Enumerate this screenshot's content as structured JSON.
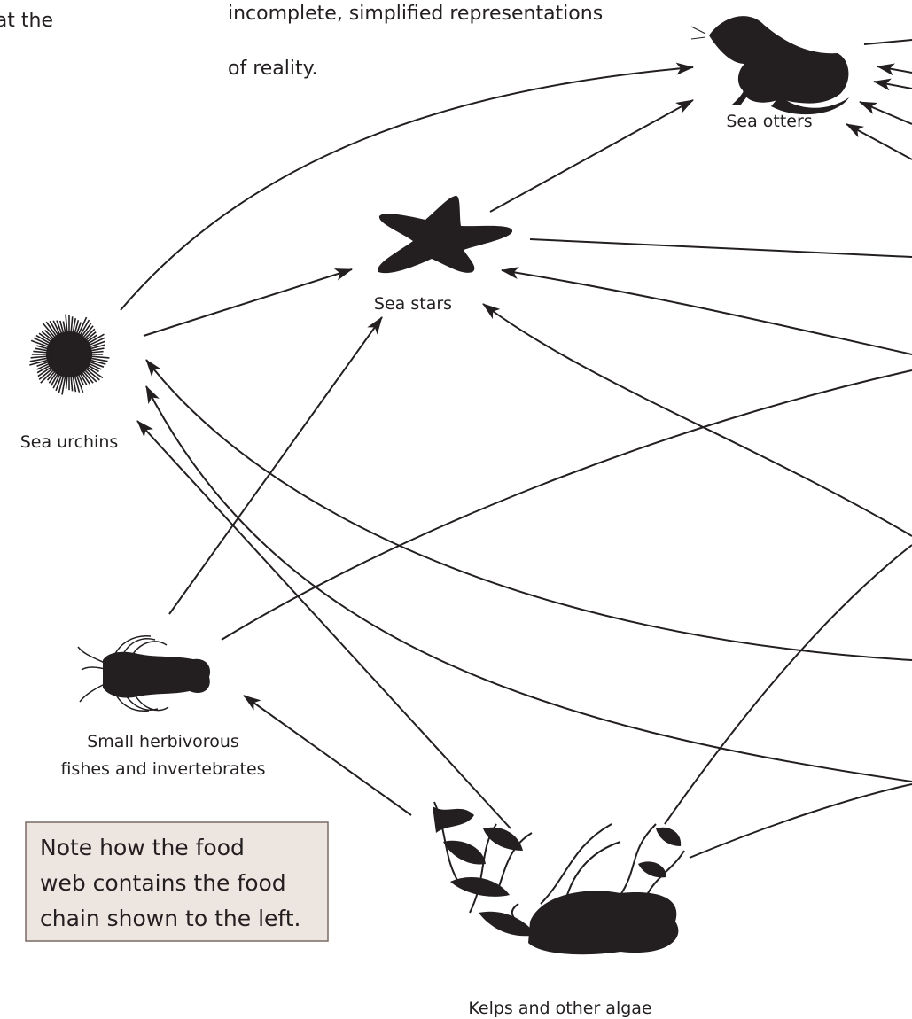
{
  "intro": {
    "left_fragment": "s at the",
    "line1": "incomplete, simplified representations",
    "line2": "of reality."
  },
  "organisms": {
    "sea_otters": "Sea otters",
    "sea_stars": "Sea stars",
    "sea_urchins": "Sea urchins",
    "small_herbivores_line1": "Small herbivorous",
    "small_herbivores_line2": "fishes and invertebrates",
    "kelps": "Kelps and other algae"
  },
  "note": {
    "line1": "Note how the food",
    "line2": "web contains the food",
    "line3": "chain shown to the left."
  },
  "colors": {
    "ink": "#231f20",
    "note_background": "#ede5e0",
    "note_border": "#7a6a64"
  }
}
